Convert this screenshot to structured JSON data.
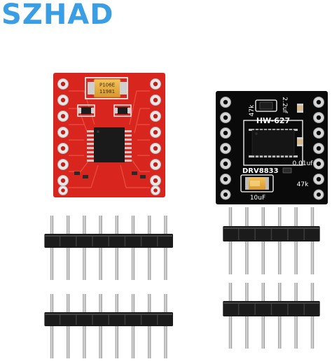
{
  "brand": {
    "text": "SZHAD",
    "color": "#3a9ee4"
  },
  "red_board": {
    "color": "#d8261e",
    "capacitor_markings": [
      "P106E",
      "11981"
    ]
  },
  "black_board": {
    "color": "#0a0a0a",
    "labels": {
      "r1": "47k",
      "cap1": "2.2uf",
      "model": "HW-627",
      "cap2": "0.01uf",
      "chip": "DRV8833",
      "r2": "47k",
      "cap3": "10uF"
    }
  },
  "pin_headers": {
    "plastic_color": "#1b1b1b",
    "pin_color": "#b9b9b9"
  }
}
